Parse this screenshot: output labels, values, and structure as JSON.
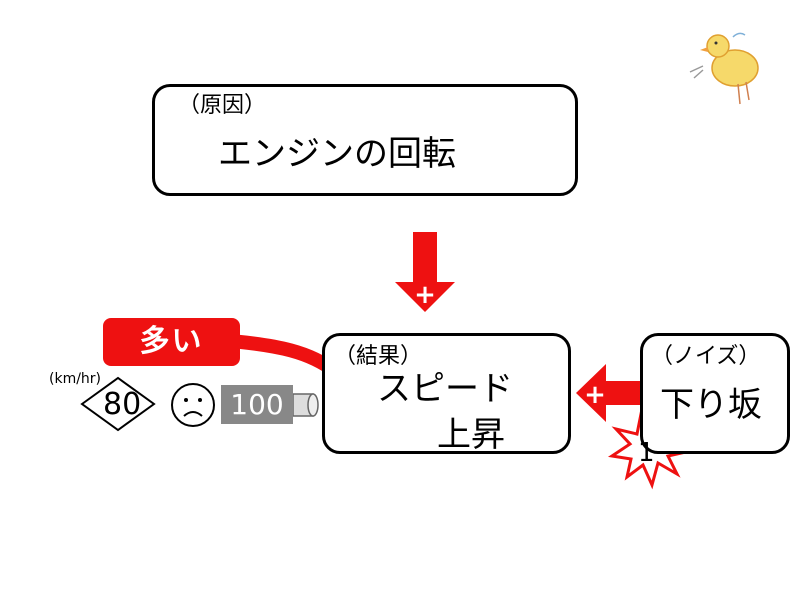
{
  "cause": {
    "label": "（原因）",
    "text": "エンジンの回転"
  },
  "result": {
    "label": "（結果）",
    "text_line1": "スピード",
    "text_line2": "上昇"
  },
  "noise": {
    "label": "（ノイズ）",
    "text": "下り坂"
  },
  "arrows": {
    "cause_sign": "+",
    "noise_sign": "+"
  },
  "tag": {
    "text": "多い"
  },
  "speed": {
    "unit": "(km/hr)",
    "limit": "80",
    "reading": "100"
  },
  "burst": {
    "count": "1"
  },
  "colors": {
    "accent": "#ee1111",
    "odometer": "#888888"
  },
  "icons": [
    "sad-face-icon",
    "up-arrow-icon",
    "duck-sketch-icon",
    "burst-star-icon",
    "speed-limit-sign-icon"
  ]
}
